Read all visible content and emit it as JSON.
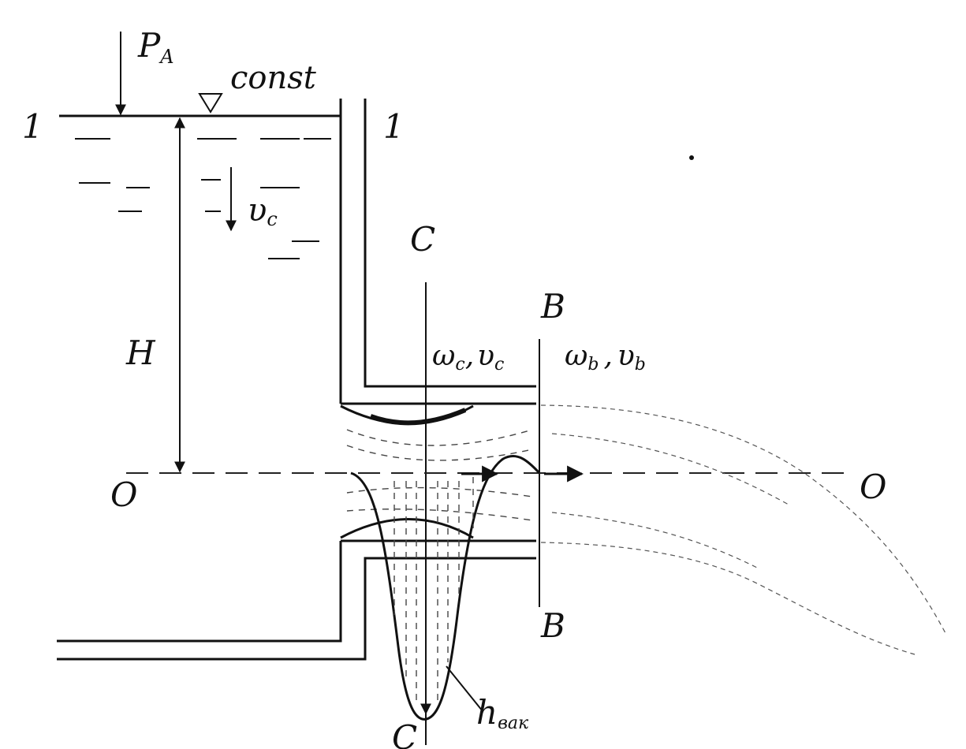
{
  "labels": {
    "pressure": "P",
    "pressure_sub": "A",
    "const": "const",
    "section_1_left": "1",
    "section_1_right": "1",
    "head": "H",
    "velocity_tank": "υ",
    "velocity_tank_sub": "c",
    "section_c_top": "C",
    "section_c_bottom": "C",
    "section_b_top": "B",
    "section_b_bottom": "B",
    "omega_c": "ω",
    "omega_c_sub": "c",
    "v_c_comma": ",",
    "v_c": "υ",
    "v_c_sub": "c",
    "omega_b": "ω",
    "omega_b_sub": "b",
    "v_b_comma": ",",
    "v_b": "υ",
    "v_b_sub": "b",
    "axis_left": "O",
    "axis_right": "O",
    "vacuum_head": "h",
    "vacuum_head_sub": "вак"
  },
  "colors": {
    "ink": "#111111",
    "background": "#ffffff"
  }
}
